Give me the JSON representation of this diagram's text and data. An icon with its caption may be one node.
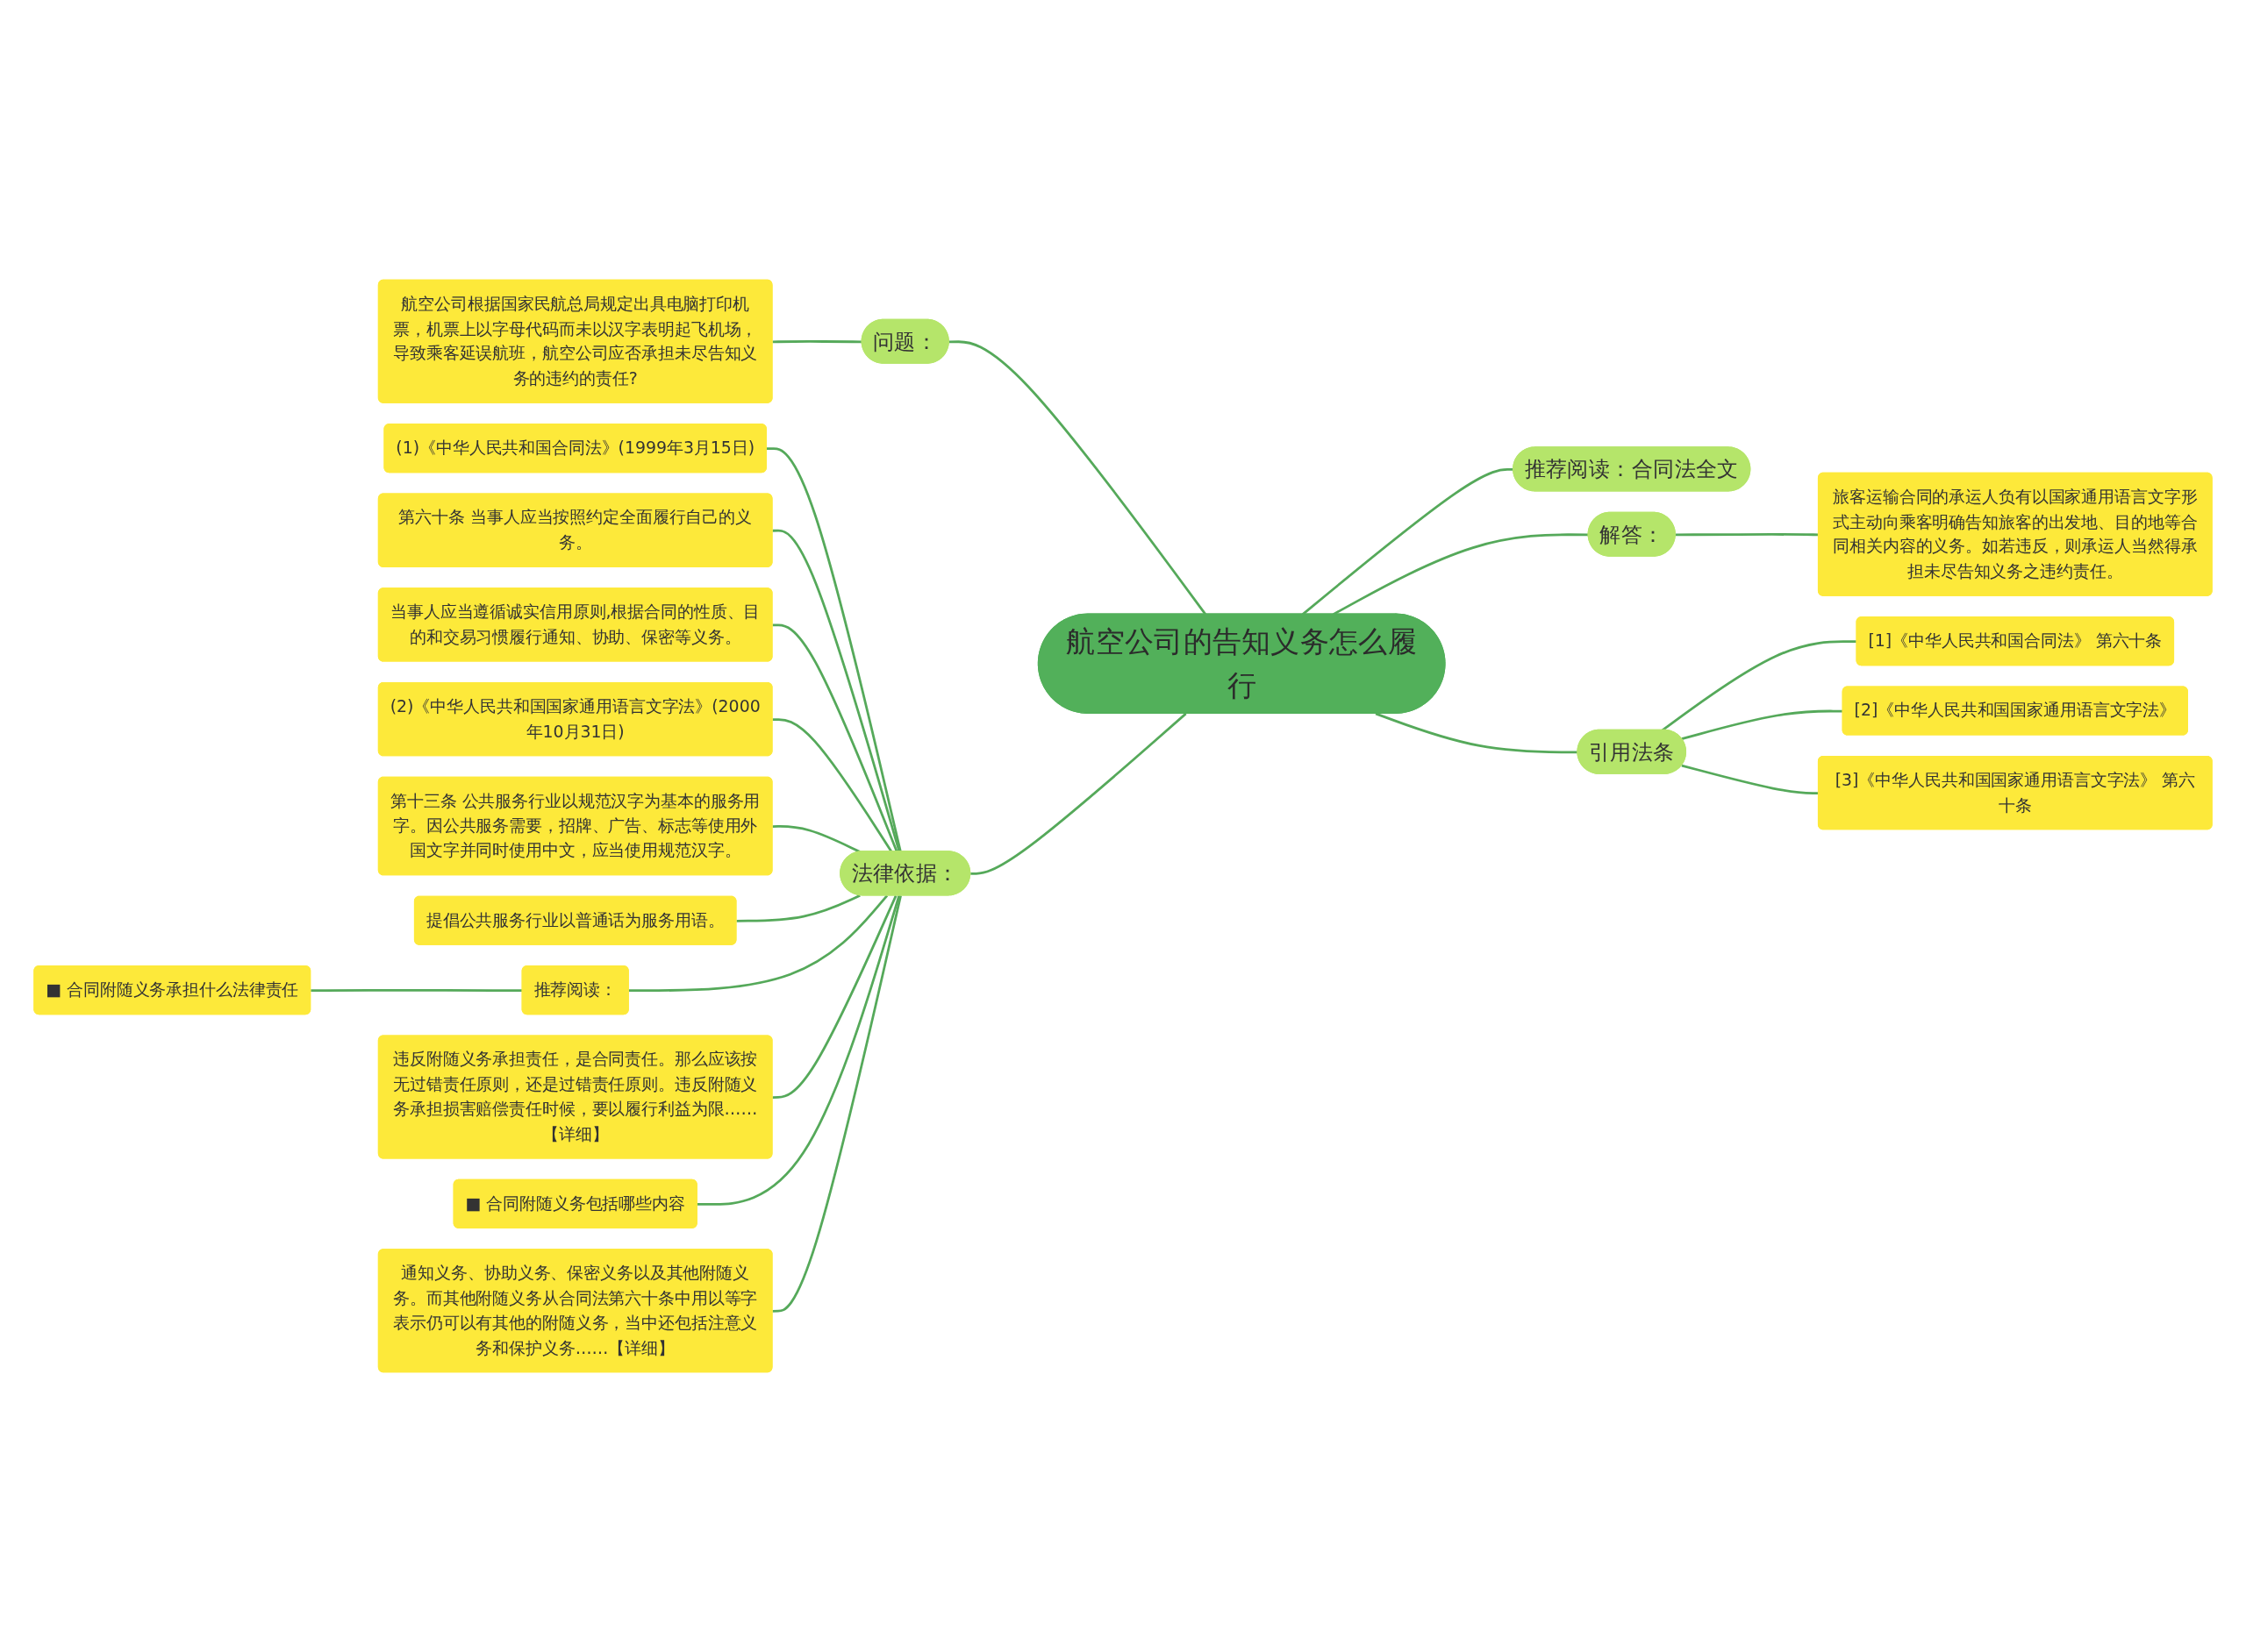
{
  "diagram": {
    "nodes": [
      {
        "text": [
          "航空公司的告知义务怎么履行"
        ]
      },
      {
        "text": [
          "问题："
        ]
      },
      {
        "text": [
          "航空公司根据国家民航总局规定出具电脑打印机票，机票上以字母代码而未以汉字表明起飞机场，导致乘客延误航班，航空公司应否承担未尽告知义务的违约的责任?"
        ]
      },
      {
        "text": [
          "法律依据："
        ]
      },
      {
        "text": [
          "(1)《中华人民共和国合同法》(1999年3月15日)"
        ]
      },
      {
        "text": [
          "第六十条 当事人应当按照约定全面履行自己的义务。"
        ]
      },
      {
        "text": [
          "当事人应当遵循诚实信用原则,根据合同的性质、目的和交易习惯履行通知、协助、保密等义务。"
        ]
      },
      {
        "text": [
          "(2)《中华人民共和国国家通用语言文字法》(2000年10月31日)"
        ]
      },
      {
        "text": [
          "第十三条 公共服务行业以规范汉字为基本的服务用字。因公共服务需要，招牌、广告、标志等使用外国文字并同时使用中文，应当使用规范汉字。"
        ]
      },
      {
        "text": [
          "提倡公共服务行业以普通话为服务用语。"
        ]
      },
      {
        "text": [
          "推荐阅读："
        ]
      },
      {
        "text": [
          "■ 合同附随义务承担什么法律责任"
        ]
      },
      {
        "text": [
          "违反附随义务承担责任，是合同责任。那么应该按无过错责任原则，还是过错责任原则。违反附随义务承担损害赔偿责任时候，要以履行利益为限……【详细】"
        ]
      },
      {
        "text": [
          "■ 合同附随义务包括哪些内容"
        ]
      },
      {
        "text": [
          "通知义务、协助义务、保密义务以及其他附随义务。而其他附随义务从合同法第六十条中用以等字表示仍可以有其他的附随义务，当中还包括注意义务和保护义务……【详细】"
        ]
      },
      {
        "text": [
          "推荐阅读：合同法全文"
        ]
      },
      {
        "text": [
          "解答："
        ]
      },
      {
        "text": [
          "旅客运输合同的承运人负有以国家通用语言文字形式主动向乘客明确告知旅客的出发地、目的地等合同相关内容的义务。如若违反，则承运人当然得承担未尽告知义务之违约责任。"
        ]
      },
      {
        "text": [
          "引用法条"
        ]
      },
      {
        "text": [
          "[1]《中华人民共和国合同法》 第六十条"
        ]
      },
      {
        "text": [
          "[2]《中华人民共和国国家通用语言文字法》"
        ]
      },
      {
        "text": [
          "[3]《中华人民共和国国家通用语言文字法》 第六十条"
        ]
      }
    ],
    "edges": [
      {
        "from": 1,
        "to": 0,
        "arrow": "none"
      },
      {
        "from": 2,
        "to": 1,
        "arrow": "none"
      },
      {
        "from": 3,
        "to": 0,
        "arrow": "none"
      },
      {
        "from": 4,
        "to": 3,
        "arrow": "none"
      },
      {
        "from": 5,
        "to": 3,
        "arrow": "none"
      },
      {
        "from": 6,
        "to": 3,
        "arrow": "none"
      },
      {
        "from": 7,
        "to": 3,
        "arrow": "none"
      },
      {
        "from": 8,
        "to": 3,
        "arrow": "none"
      },
      {
        "from": 9,
        "to": 3,
        "arrow": "none"
      },
      {
        "from": 10,
        "to": 3,
        "arrow": "none"
      },
      {
        "from": 11,
        "to": 10,
        "arrow": "none"
      },
      {
        "from": 12,
        "to": 3,
        "arrow": "none"
      },
      {
        "from": 13,
        "to": 3,
        "arrow": "none"
      },
      {
        "from": 14,
        "to": 3,
        "arrow": "none"
      },
      {
        "from": 0,
        "to": 15,
        "arrow": "none"
      },
      {
        "from": 0,
        "to": 16,
        "arrow": "none"
      },
      {
        "from": 16,
        "to": 17,
        "arrow": "none"
      },
      {
        "from": 0,
        "to": 18,
        "arrow": "none"
      },
      {
        "from": 18,
        "to": 19,
        "arrow": "none"
      },
      {
        "from": 18,
        "to": 20,
        "arrow": "none"
      },
      {
        "from": 18,
        "to": 21,
        "arrow": "none"
      }
    ]
  }
}
